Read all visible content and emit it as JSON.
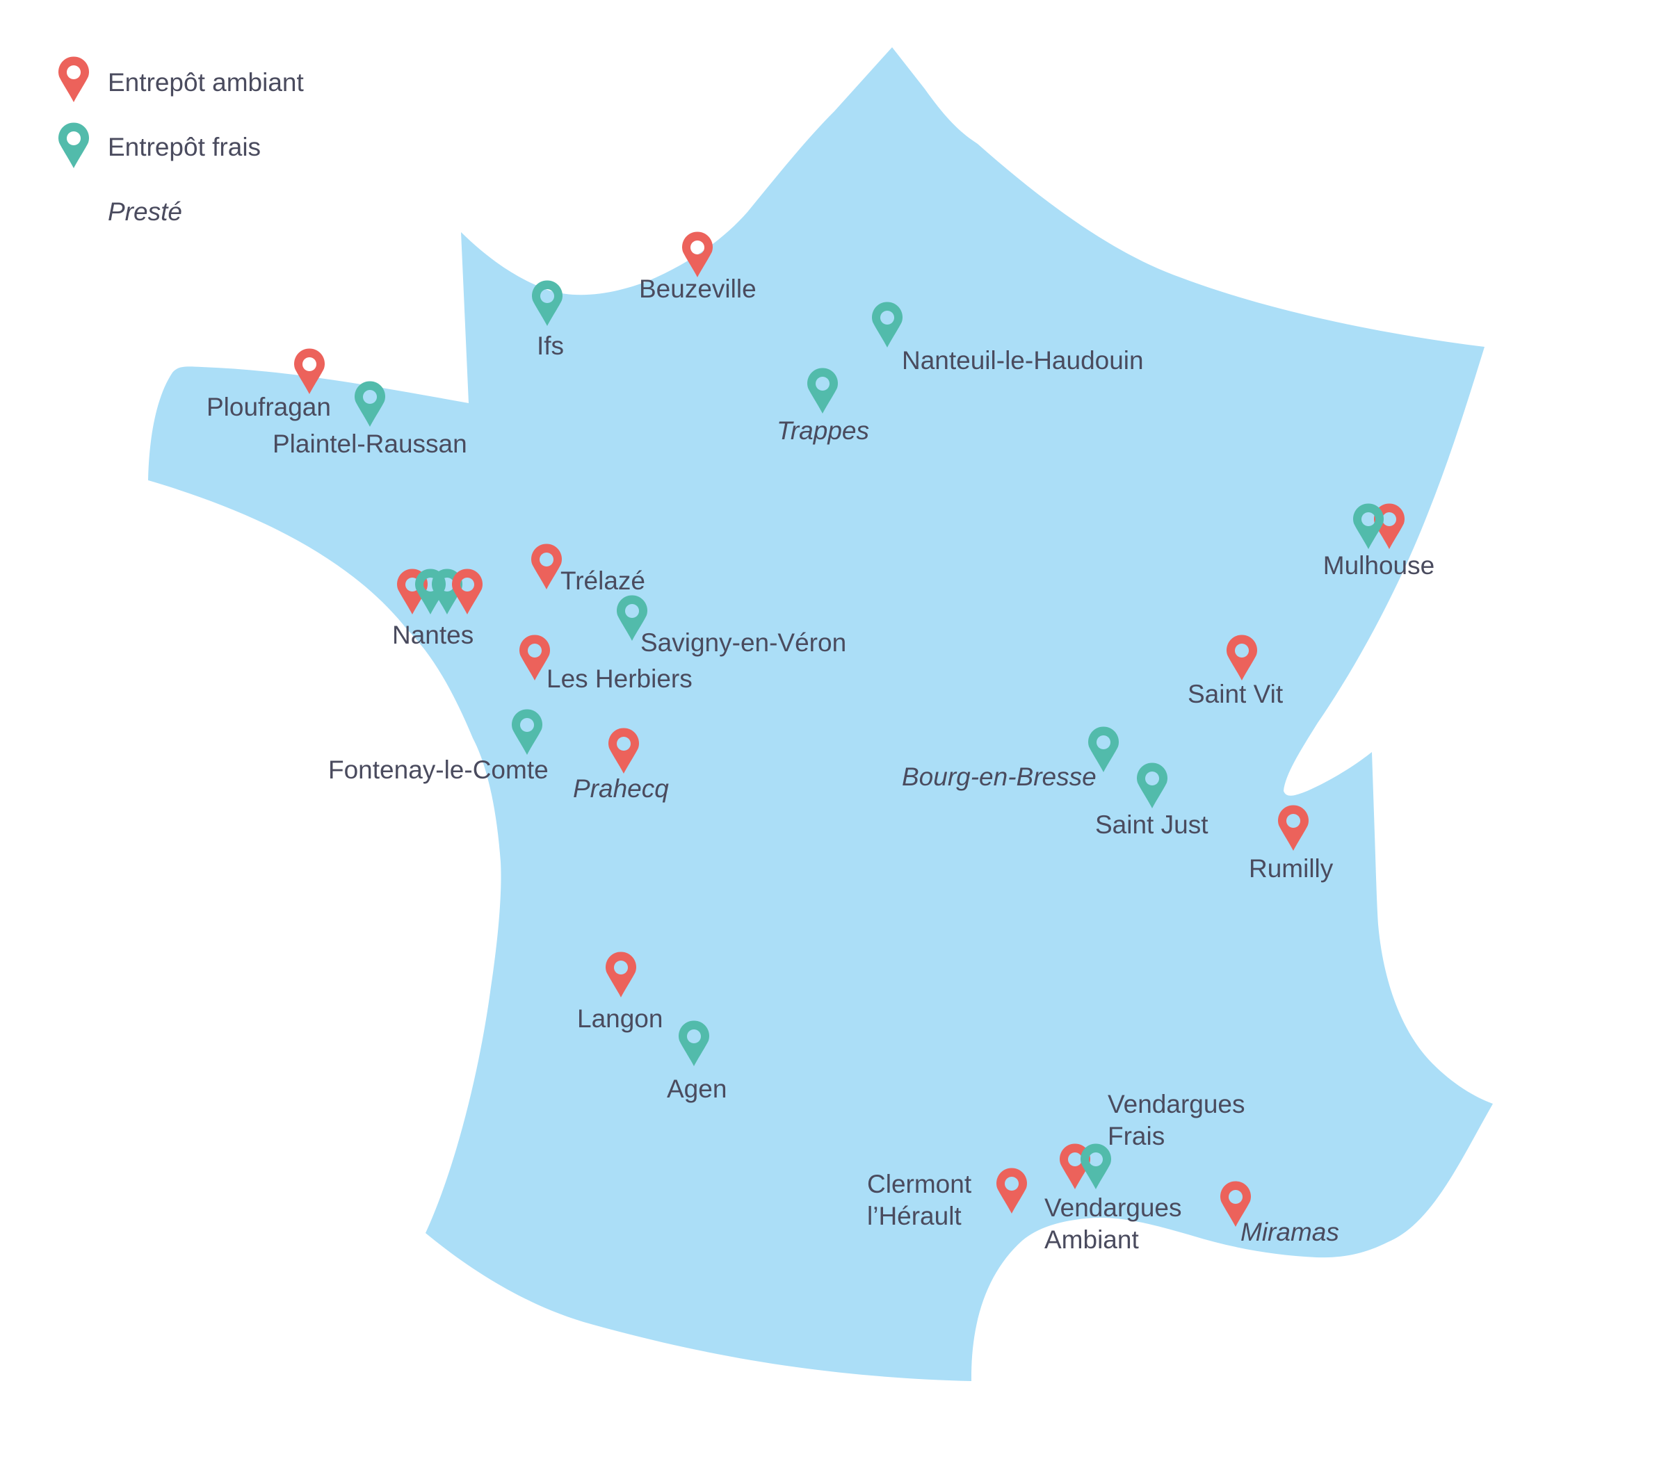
{
  "colors": {
    "ambient": "#ec625b",
    "fresh": "#52bbab",
    "land": "#abdef7",
    "text": "#4a4b5e",
    "background": "#ffffff"
  },
  "legend": {
    "ambient_label": "Entrepôt ambiant",
    "fresh_label": "Entrepôt frais",
    "outsourced_label": "Presté",
    "ambient_icon": "map-pin-red",
    "fresh_icon": "map-pin-teal"
  },
  "sites": [
    {
      "name": "Beuzeville",
      "type": "ambient",
      "outsourced": false
    },
    {
      "name": "Ifs",
      "type": "fresh",
      "outsourced": false
    },
    {
      "name": "Nanteuil-le-Haudouin",
      "type": "fresh",
      "outsourced": false
    },
    {
      "name": "Ploufragan",
      "type": "ambient",
      "outsourced": false
    },
    {
      "name": "Plaintel-Raussan",
      "type": "fresh",
      "outsourced": false
    },
    {
      "name": "Trappes",
      "type": "fresh",
      "outsourced": true
    },
    {
      "name": "Mulhouse",
      "type": "ambient",
      "outsourced": false
    },
    {
      "name": "Mulhouse",
      "type": "fresh",
      "outsourced": false
    },
    {
      "name": "Trélazé",
      "type": "ambient",
      "outsourced": false
    },
    {
      "name": "Nantes",
      "type": "ambient",
      "outsourced": false
    },
    {
      "name": "Nantes",
      "type": "fresh",
      "outsourced": false
    },
    {
      "name": "Nantes",
      "type": "fresh",
      "outsourced": false
    },
    {
      "name": "Nantes",
      "type": "ambient",
      "outsourced": false
    },
    {
      "name": "Savigny-en-Véron",
      "type": "fresh",
      "outsourced": false
    },
    {
      "name": "Les Herbiers",
      "type": "ambient",
      "outsourced": false
    },
    {
      "name": "Saint Vit",
      "type": "ambient",
      "outsourced": false
    },
    {
      "name": "Fontenay-le-Comte",
      "type": "fresh",
      "outsourced": false
    },
    {
      "name": "Prahecq",
      "type": "ambient",
      "outsourced": true
    },
    {
      "name": "Bourg-en-Bresse",
      "type": "fresh",
      "outsourced": true
    },
    {
      "name": "Saint Just",
      "type": "fresh",
      "outsourced": false
    },
    {
      "name": "Rumilly",
      "type": "ambient",
      "outsourced": false
    },
    {
      "name": "Langon",
      "type": "ambient",
      "outsourced": false
    },
    {
      "name": "Agen",
      "type": "fresh",
      "outsourced": false
    },
    {
      "name": "Clermont l’Hérault",
      "type": "ambient",
      "outsourced": false
    },
    {
      "name": "Vendargues Ambiant",
      "type": "ambient",
      "outsourced": false
    },
    {
      "name": "Vendargues Frais",
      "type": "fresh",
      "outsourced": false
    },
    {
      "name": "Miramas",
      "type": "ambient",
      "outsourced": true
    }
  ],
  "labels": [
    {
      "lines": [
        "Beuzeville"
      ],
      "italic": false
    },
    {
      "lines": [
        "Ifs"
      ],
      "italic": false
    },
    {
      "lines": [
        "Nanteuil-le-Haudouin"
      ],
      "italic": false
    },
    {
      "lines": [
        "Ploufragan"
      ],
      "italic": false
    },
    {
      "lines": [
        "Plaintel-Raussan"
      ],
      "italic": false
    },
    {
      "lines": [
        "Trappes"
      ],
      "italic": true
    },
    {
      "lines": [
        "Mulhouse"
      ],
      "italic": false
    },
    {
      "lines": [
        "Trélazé"
      ],
      "italic": false
    },
    {
      "lines": [
        "Nantes"
      ],
      "italic": false
    },
    {
      "lines": [
        "Savigny-en-Véron"
      ],
      "italic": false
    },
    {
      "lines": [
        "Les Herbiers"
      ],
      "italic": false
    },
    {
      "lines": [
        "Saint Vit"
      ],
      "italic": false
    },
    {
      "lines": [
        "Fontenay-le-Comte"
      ],
      "italic": false
    },
    {
      "lines": [
        "Prahecq"
      ],
      "italic": true
    },
    {
      "lines": [
        "Bourg-en-Bresse"
      ],
      "italic": true
    },
    {
      "lines": [
        "Saint Just"
      ],
      "italic": false
    },
    {
      "lines": [
        "Rumilly"
      ],
      "italic": false
    },
    {
      "lines": [
        "Langon"
      ],
      "italic": false
    },
    {
      "lines": [
        "Agen"
      ],
      "italic": false
    },
    {
      "lines": [
        "Clermont",
        "l’Hérault"
      ],
      "italic": false
    },
    {
      "lines": [
        "Vendargues",
        "Ambiant"
      ],
      "italic": false
    },
    {
      "lines": [
        "Vendargues",
        "Frais"
      ],
      "italic": false
    },
    {
      "lines": [
        "Miramas"
      ],
      "italic": true
    }
  ]
}
